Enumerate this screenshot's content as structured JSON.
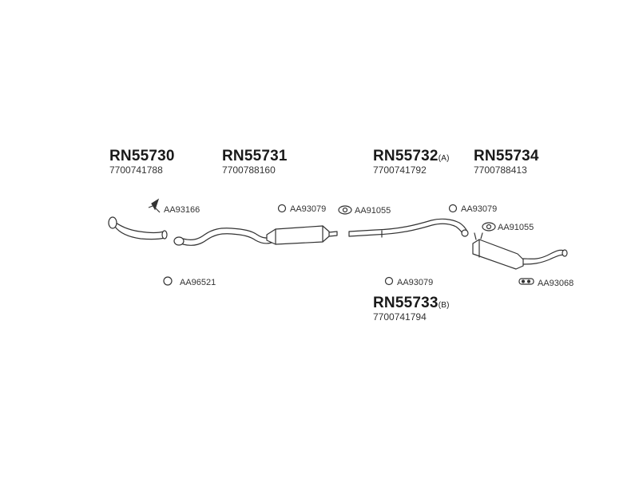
{
  "parts": [
    {
      "key": "p1",
      "number": "RN55730",
      "suffix": "",
      "oem": "7700741788"
    },
    {
      "key": "p2",
      "number": "RN55731",
      "suffix": "",
      "oem": "7700788160"
    },
    {
      "key": "p3",
      "number": "RN55732",
      "suffix": "(A)",
      "oem": "7700741792"
    },
    {
      "key": "p4",
      "number": "RN55734",
      "suffix": "",
      "oem": "7700788413"
    },
    {
      "key": "p5",
      "number": "RN55733",
      "suffix": "(B)",
      "oem": "7700741794"
    }
  ],
  "accessories": [
    {
      "code": "AA93166",
      "icon": "hanger-icon"
    },
    {
      "code": "AA96521",
      "icon": "ring-icon"
    },
    {
      "code": "AA93079",
      "icon": "ring-icon"
    },
    {
      "code": "AA91055",
      "icon": "gasket-icon"
    },
    {
      "code": "AA93079",
      "icon": "ring-icon"
    },
    {
      "code": "AA91055",
      "icon": "gasket-icon"
    },
    {
      "code": "AA93068",
      "icon": "clamp-icon"
    },
    {
      "code": "AA93079",
      "icon": "ring-icon"
    }
  ],
  "colors": {
    "line": "#333333",
    "fill": "#ffffff",
    "text": "#1a1a1a"
  }
}
